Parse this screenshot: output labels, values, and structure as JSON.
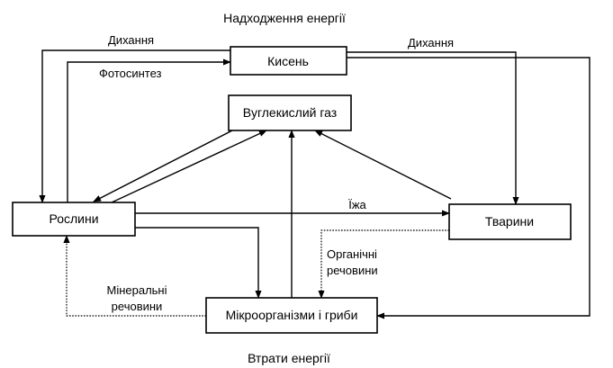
{
  "title_top": "Надходження енергії",
  "title_bottom": "Втрати енергії",
  "nodes": {
    "oxygen": "Кисень",
    "co2": "Вуглекислий газ",
    "plants": "Рослини",
    "animals": "Тварини",
    "microbes": "Мікроорганізми і гриби"
  },
  "edges": {
    "respiration_left": "Дихання",
    "photosynthesis": "Фотосинтез",
    "respiration_right": "Дихання",
    "food": "Їжа",
    "organic_line1": "Органічні",
    "organic_line2": "речовини",
    "mineral_line1": "Мінеральні",
    "mineral_line2": "речовини"
  }
}
